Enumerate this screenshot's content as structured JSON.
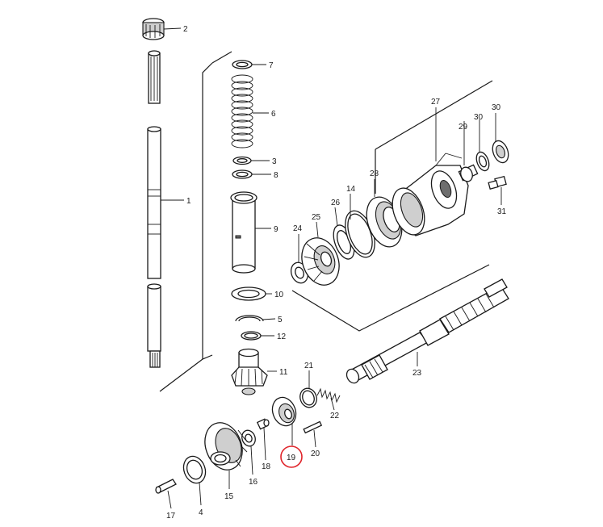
{
  "diagram": {
    "callouts": [
      {
        "id": "c2",
        "text": "2"
      },
      {
        "id": "c7",
        "text": "7"
      },
      {
        "id": "c6",
        "text": "6"
      },
      {
        "id": "c3",
        "text": "3"
      },
      {
        "id": "c8",
        "text": "8"
      },
      {
        "id": "c1",
        "text": "1"
      },
      {
        "id": "c9",
        "text": "9"
      },
      {
        "id": "c10",
        "text": "10"
      },
      {
        "id": "c5",
        "text": "5"
      },
      {
        "id": "c12",
        "text": "12"
      },
      {
        "id": "c11",
        "text": "11"
      },
      {
        "id": "c27",
        "text": "27"
      },
      {
        "id": "c29",
        "text": "29"
      },
      {
        "id": "c30a",
        "text": "30"
      },
      {
        "id": "c30b",
        "text": "30"
      },
      {
        "id": "c28",
        "text": "28"
      },
      {
        "id": "c14",
        "text": "14"
      },
      {
        "id": "c26",
        "text": "26"
      },
      {
        "id": "c25",
        "text": "25"
      },
      {
        "id": "c24",
        "text": "24"
      },
      {
        "id": "c31",
        "text": "31"
      },
      {
        "id": "c23",
        "text": "23"
      },
      {
        "id": "c21",
        "text": "21"
      },
      {
        "id": "c22",
        "text": "22"
      },
      {
        "id": "c19",
        "text": "19"
      },
      {
        "id": "c20",
        "text": "20"
      },
      {
        "id": "c18",
        "text": "18"
      },
      {
        "id": "c16",
        "text": "16"
      },
      {
        "id": "c15",
        "text": "15"
      },
      {
        "id": "c4",
        "text": "4"
      },
      {
        "id": "c17",
        "text": "17"
      }
    ],
    "highlighted_callout": "19",
    "highlight_color": "#e0242a",
    "line_color": "#1a1a1a"
  }
}
